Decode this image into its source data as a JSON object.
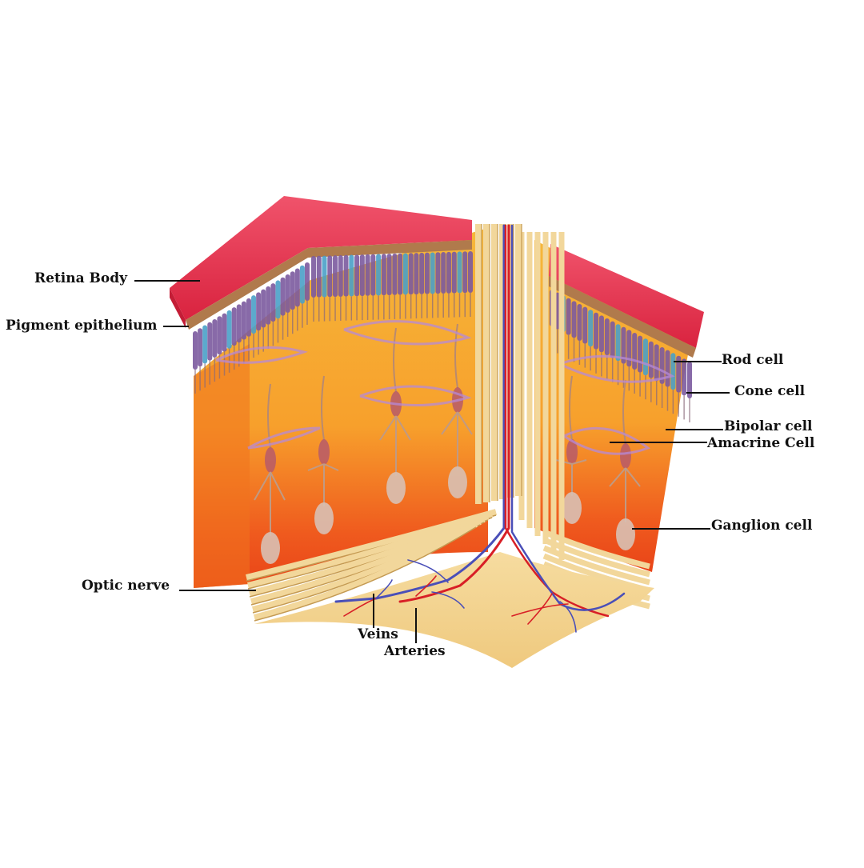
{
  "labels": {
    "retina_body": "Retina Body",
    "pigment_epithelium": "Pigment epithelium",
    "rod_cell": "Rod cell",
    "cone_cell": "Cone cell",
    "bipolar_cell": "Bipolar cell",
    "amacrine_cell": "Amacrine Cell",
    "ganglion_cell": "Ganglion cell",
    "optic_nerve": "Optic nerve",
    "veins": "Veins",
    "arteries": "Arteries"
  },
  "colors": {
    "retina_body": "#e8334f",
    "pigment": "#b07a4c",
    "tissue_top": "#f6b73a",
    "tissue_bottom": "#ef4a1a",
    "nerve_fiber": "#f2d79b",
    "nerve_edge": "#c49a52",
    "rod": "#7b5a9e",
    "cone": "#4aa0c8",
    "cell_body": "#b65a6a",
    "ganglion": "#d8c0b4",
    "artery": "#d81f26",
    "vein": "#4a4fb8",
    "leader": "#111111"
  }
}
